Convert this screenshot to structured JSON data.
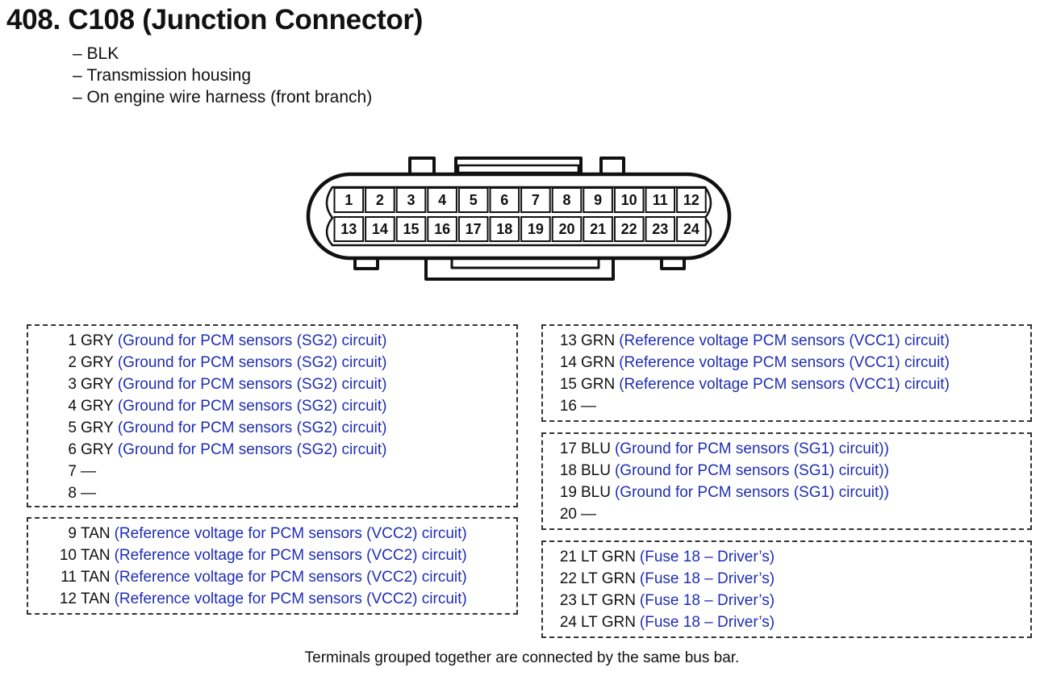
{
  "title": "408. C108 (Junction Connector)",
  "details": [
    "BLK",
    "Transmission housing",
    "On engine wire harness (front branch)"
  ],
  "connector": {
    "top_row": [
      "1",
      "2",
      "3",
      "4",
      "5",
      "6",
      "7",
      "8",
      "9",
      "10",
      "11",
      "12"
    ],
    "bottom_row": [
      "13",
      "14",
      "15",
      "16",
      "17",
      "18",
      "19",
      "20",
      "21",
      "22",
      "23",
      "24"
    ]
  },
  "groups": [
    {
      "rows": [
        {
          "pin": "1",
          "color": "GRY",
          "desc": "(Ground for PCM sensors (SG2) circuit)"
        },
        {
          "pin": "2",
          "color": "GRY",
          "desc": "(Ground for PCM sensors (SG2) circuit)"
        },
        {
          "pin": "3",
          "color": "GRY",
          "desc": "(Ground for PCM sensors (SG2) circuit)"
        },
        {
          "pin": "4",
          "color": "GRY",
          "desc": "(Ground for PCM sensors (SG2) circuit)"
        },
        {
          "pin": "5",
          "color": "GRY",
          "desc": "(Ground for PCM sensors (SG2) circuit)"
        },
        {
          "pin": "6",
          "color": "GRY",
          "desc": "(Ground for PCM sensors (SG2) circuit)"
        },
        {
          "pin": "7",
          "color": "—",
          "desc": ""
        },
        {
          "pin": "8",
          "color": "—",
          "desc": ""
        }
      ]
    },
    {
      "rows": [
        {
          "pin": "9",
          "color": "TAN",
          "desc": "(Reference voltage for PCM sensors (VCC2) circuit)"
        },
        {
          "pin": "10",
          "color": "TAN",
          "desc": "(Reference voltage for PCM sensors (VCC2) circuit)"
        },
        {
          "pin": "11",
          "color": "TAN",
          "desc": "(Reference voltage for PCM sensors (VCC2) circuit)"
        },
        {
          "pin": "12",
          "color": "TAN",
          "desc": "(Reference voltage for PCM sensors (VCC2) circuit)"
        }
      ]
    },
    {
      "rows": [
        {
          "pin": "13",
          "color": "GRN",
          "desc": "(Reference voltage PCM sensors (VCC1) circuit)"
        },
        {
          "pin": "14",
          "color": "GRN",
          "desc": "(Reference voltage PCM sensors (VCC1) circuit)"
        },
        {
          "pin": "15",
          "color": "GRN",
          "desc": "(Reference voltage PCM sensors (VCC1) circuit)"
        },
        {
          "pin": "16",
          "color": "—",
          "desc": ""
        }
      ]
    },
    {
      "rows": [
        {
          "pin": "17",
          "color": "BLU",
          "desc": "(Ground for PCM sensors (SG1) circuit))"
        },
        {
          "pin": "18",
          "color": "BLU",
          "desc": "(Ground for PCM sensors (SG1) circuit))"
        },
        {
          "pin": "19",
          "color": "BLU",
          "desc": "(Ground for PCM sensors (SG1) circuit))"
        },
        {
          "pin": "20",
          "color": "—",
          "desc": ""
        }
      ]
    },
    {
      "rows": [
        {
          "pin": "21",
          "color": "LT GRN",
          "desc": "(Fuse 18 – Driver’s)"
        },
        {
          "pin": "22",
          "color": "LT GRN",
          "desc": "(Fuse 18 – Driver’s)"
        },
        {
          "pin": "23",
          "color": "LT GRN",
          "desc": "(Fuse 18 – Driver’s)"
        },
        {
          "pin": "24",
          "color": "LT GRN",
          "desc": "(Fuse 18 – Driver’s)"
        }
      ]
    }
  ],
  "footer": "Terminals grouped together are connected by the same bus bar.",
  "colors": {
    "description_text": "#1f2eb4",
    "line": "#111111"
  }
}
